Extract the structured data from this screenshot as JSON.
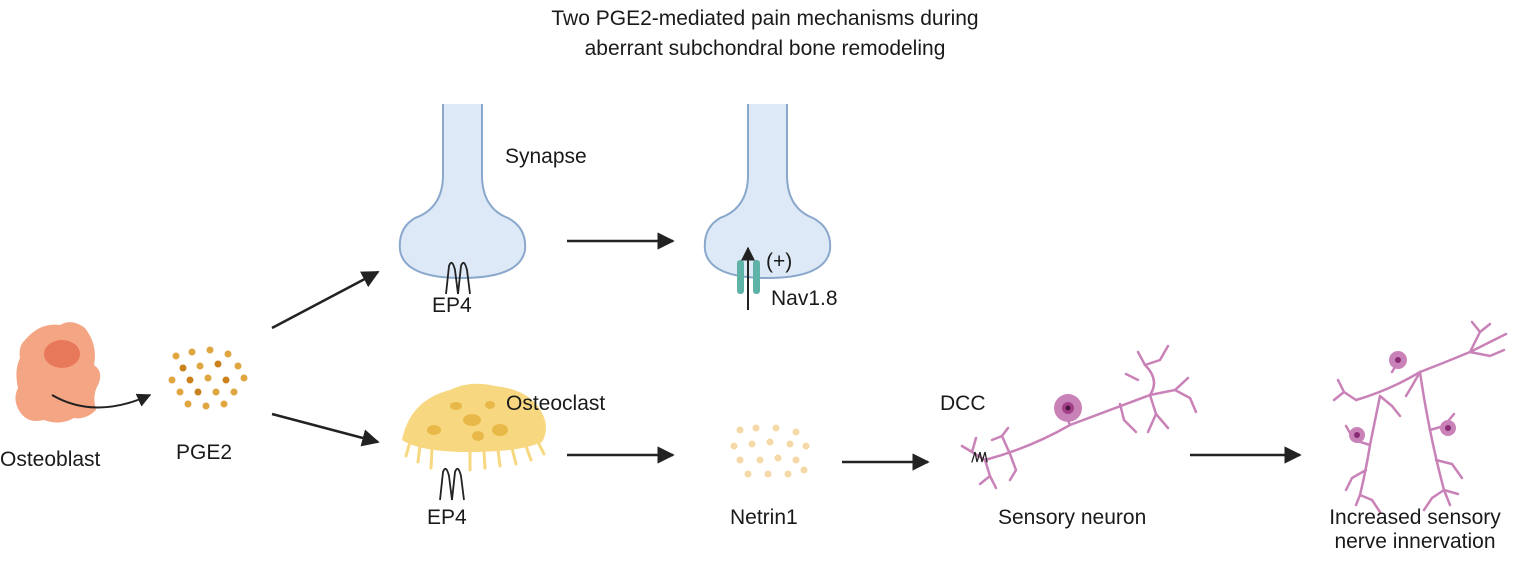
{
  "title_lines": [
    "Two PGE2-mediated pain mechanisms during",
    "aberrant subchondral bone remodeling"
  ],
  "labels": {
    "osteoblast": "Osteoblast",
    "pge2": "PGE2",
    "synapse": "Synapse",
    "ep4_top": "EP4",
    "plus": "(+)",
    "nav18": "Nav1.8",
    "osteoclast": "Osteoclast",
    "ep4_bottom": "EP4",
    "netrin1": "Netrin1",
    "dcc": "DCC",
    "sensory_neuron": "Sensory neuron",
    "innervation_lines": [
      "Increased sensory",
      "nerve innervation"
    ]
  },
  "colors": {
    "osteoblast": "#f4a584",
    "osteoblast_nucleus": "#e8785a",
    "pge2_dots": "#e0a640",
    "synapse_fill": "#dde9f6",
    "synapse_stroke": "#8aa8cc",
    "channel": "#5fb3a6",
    "osteoclast": "#f7d880",
    "netrin_dots": "#f5d9a8",
    "neuron": "#c982b8",
    "neuron_soma": "#b95aa0",
    "arrow": "#222222"
  }
}
